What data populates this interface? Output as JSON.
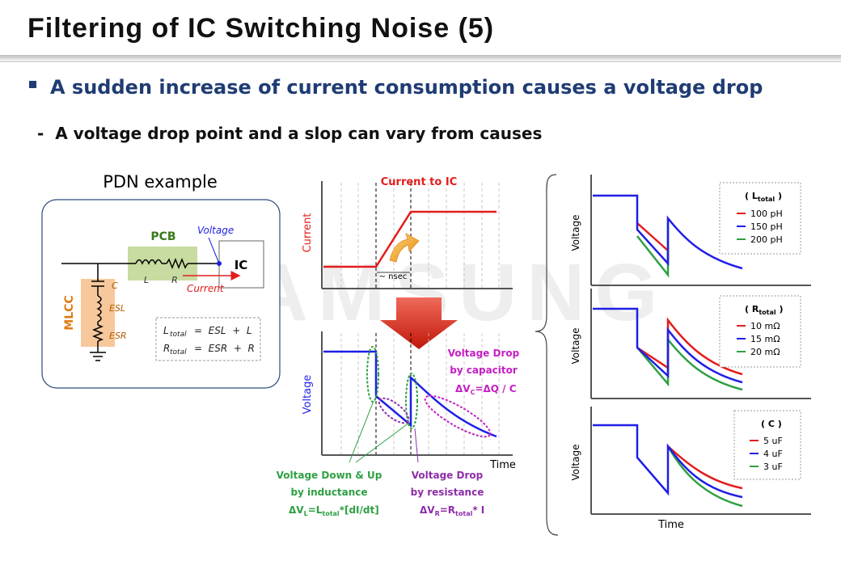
{
  "title": "Filtering of IC Switching Noise (5)",
  "heading": "A sudden increase of current consumption causes a voltage drop",
  "subheading": "A voltage drop point and a slop can vary from causes",
  "watermark": "SAMSUNG",
  "pdn": {
    "title": "PDN example",
    "pcb": "PCB",
    "mlcc": "MLCC",
    "ic": "IC",
    "voltage": "Voltage",
    "current": "Current",
    "L": "L",
    "R": "R",
    "C": "C",
    "ESL": "ESL",
    "ESR": "ESR",
    "eq_l_lhs": "L",
    "eq_l_sub": "total",
    "eq_l_rhs": "=  ESL  +  L",
    "eq_r_lhs": "R",
    "eq_r_sub": "total",
    "eq_r_rhs": "=  ESR  +  R"
  },
  "middle": {
    "current_title": "Current to IC",
    "current_axis": "Current",
    "nsec": "~ nsec",
    "voltage_axis": "Voltage",
    "time_axis": "Time",
    "cap_line1": "Voltage Drop",
    "cap_line2": "by capacitor",
    "cap_eq": "ΔV",
    "cap_eq_sub": "C",
    "cap_eq_rest": "=ΔQ / C",
    "ind_line1": "Voltage Down & Up",
    "ind_line2": "by inductance",
    "ind_eq1": "ΔV",
    "ind_eq_sub1": "L",
    "ind_eq2": "=L",
    "ind_eq_sub2": "total",
    "ind_eq3": "*[dI/dt]",
    "res_line1": "Voltage Drop",
    "res_line2": "by resistance",
    "res_eq1": "ΔV",
    "res_eq_sub1": "R",
    "res_eq2": "=R",
    "res_eq_sub2": "total",
    "res_eq3": "* I"
  },
  "right": {
    "voltage_axis": "Voltage",
    "time_axis": "Time",
    "charts": [
      {
        "legend_title_main": "( L",
        "legend_title_sub": "total",
        "legend_title_end": " )",
        "items": [
          "100 pH",
          "150 pH",
          "200 pH"
        ]
      },
      {
        "legend_title_main": "( R",
        "legend_title_sub": "total",
        "legend_title_end": " )",
        "items": [
          "10 mΩ",
          "15 mΩ",
          "20 mΩ"
        ]
      },
      {
        "legend_title_main": "( C )",
        "legend_title_sub": "",
        "legend_title_end": "",
        "items": [
          "5 uF",
          "4 uF",
          "3 uF"
        ]
      }
    ]
  },
  "colors": {
    "red": "#e41c1c",
    "blue": "#1f1fe6",
    "green": "#2ea043",
    "purple": "#8e2da8",
    "navy": "#1f3c73"
  }
}
